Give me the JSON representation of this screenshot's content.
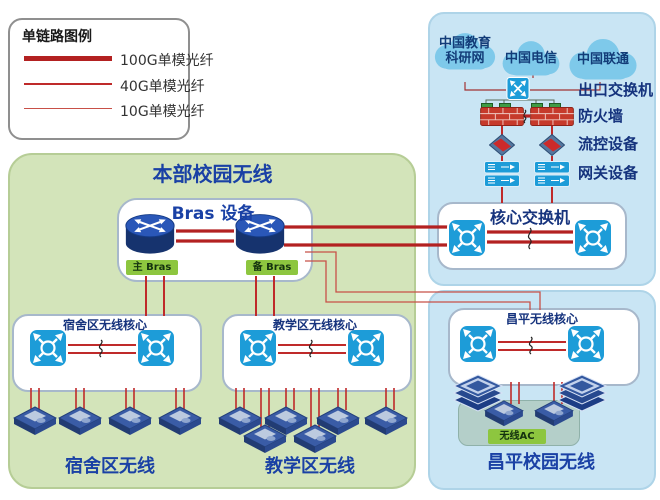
{
  "legend": {
    "title": "单链路图例",
    "items": [
      {
        "label": "100G单模光纤",
        "weight": "thick"
      },
      {
        "label": "40G单模光纤",
        "weight": "medium"
      },
      {
        "label": "10G单模光纤",
        "weight": "thin"
      }
    ]
  },
  "internet_zone": {
    "clouds": [
      {
        "lines": [
          "中国教育",
          "科研网"
        ]
      },
      {
        "lines": [
          "中国电信"
        ]
      },
      {
        "lines": [
          "中国联通"
        ]
      }
    ],
    "exit_switch_label": "出口交换机",
    "firewall_label": "防火墙",
    "flow_control_label": "流控设备",
    "gateway_label": "网关设备",
    "core_switch_title": "核心交换机"
  },
  "main_campus": {
    "title": "本部校园无线",
    "bras_title": "Bras 设备",
    "primary_bras": "主 Bras",
    "backup_bras": "备 Bras",
    "dorm_core_title": "宿舍区无线核心",
    "teaching_core_title": "教学区无线核心",
    "dorm_area_label": "宿舍区无线",
    "teaching_area_label": "教学区无线"
  },
  "changping_campus": {
    "title": "昌平校园无线",
    "core_title": "昌平无线核心",
    "wireless_ac_label": "无线AC"
  },
  "colors": {
    "fiber_red": "#b32121",
    "device_blue": "#1d9cd8",
    "router_navy": "#16336e",
    "label_green": "#8dc63f",
    "campus_green_bg": "#d3e4ba",
    "zone_blue_bg": "#c9e5f4",
    "title_navy": "#16337d",
    "firewall_red": "#c63a2b"
  }
}
